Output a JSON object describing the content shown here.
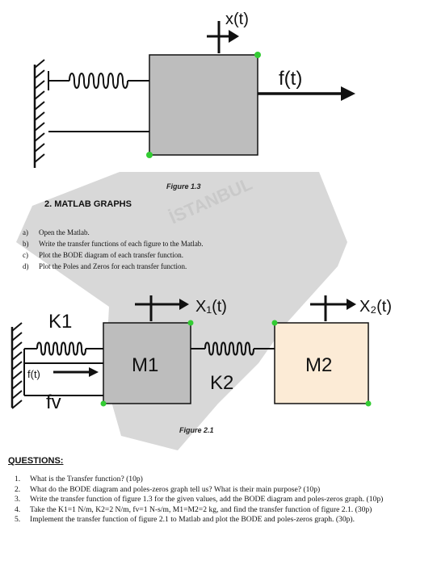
{
  "figure_1_3": {
    "displacement_label": "x(t)",
    "force_label": "f(t)",
    "caption": "Figure 1.3"
  },
  "matlab_section": {
    "title": "2.  MATLAB GRAPHS",
    "tasks": [
      {
        "marker": "a)",
        "text": "Open the Matlab."
      },
      {
        "marker": "b)",
        "text": "Write the transfer functions of each figure to the Matlab."
      },
      {
        "marker": "c)",
        "text": "Plot the BODE diagram of each transfer function."
      },
      {
        "marker": "d)",
        "text": "Plot the Poles and Zeros for each transfer function."
      }
    ]
  },
  "figure_2_1": {
    "k1": "K1",
    "k2": "K2",
    "m1": "M1",
    "m2": "M2",
    "x1": "X₁(t)",
    "x2": "X₂(t)",
    "force": "f(t)",
    "fv": "fv",
    "caption": "Figure 2.1"
  },
  "questions_section": {
    "title": "QUESTIONS:",
    "items": [
      {
        "num": "1.",
        "text": "What is the Transfer function? (10p)"
      },
      {
        "num": "2.",
        "text": "What do the BODE diagram and poles-zeros graph tell us? What is their main purpose? (10p)"
      },
      {
        "num": "3.",
        "text": "Write the transfer function of figure 1.3 for the given values, add the BODE diagram and poles-zeros graph. (10p)"
      },
      {
        "num": "4.",
        "text": "Take the K1=1 N/m, K2=2 N/m, fv=1 N-s/m, M1=M2=2 kg, and find the transfer function of figure 2.1. (30p)"
      },
      {
        "num": "5.",
        "text": "Implement the transfer function of figure 2.1 to Matlab and plot the BODE and poles-zeros graph. (30p)."
      }
    ]
  },
  "watermark": {
    "text": "İSTANBUL"
  },
  "colors": {
    "mass_gray": "#bdbdbd",
    "mass_m2": "#fcebd6",
    "node_green": "#33cc33",
    "watermark": "#d6d6d6"
  }
}
